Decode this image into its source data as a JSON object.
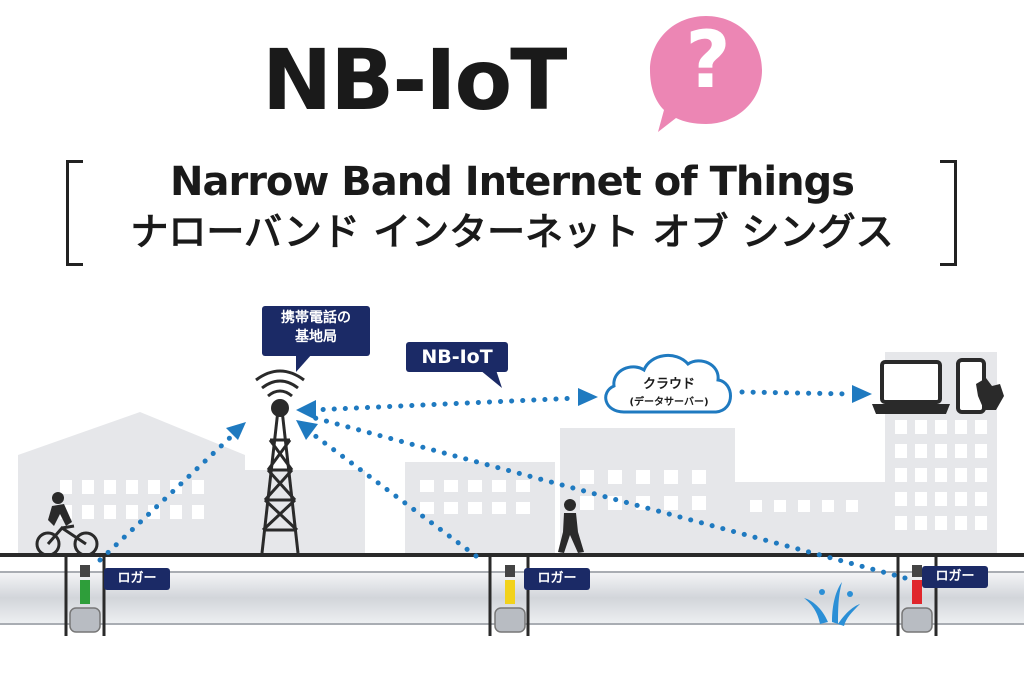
{
  "title": "NB-IoT",
  "question_mark": "?",
  "subtitle_en": "Narrow Band Internet of Things",
  "subtitle_ja": "ナローバンド インターネット オブ シングス",
  "station_label_line1": "携帯電話の",
  "station_label_line2": "基地局",
  "nbiot_label": "NB-IoT",
  "cloud_label": "クラウド",
  "cloud_sublabel": "(データサーバー)",
  "loggers": [
    {
      "label": "ロガー",
      "indicator": "#2e9e3a"
    },
    {
      "label": "ロガー",
      "indicator": "#f2d21b"
    },
    {
      "label": "ロガー",
      "indicator": "#e0262c"
    }
  ],
  "colors": {
    "navy": "#1b2a66",
    "dots": "#1f7ac0",
    "pink": "#ec86b4",
    "building": "#e6e7ea",
    "pipe": "#c9ccd1",
    "water": "#2b8fd6"
  }
}
